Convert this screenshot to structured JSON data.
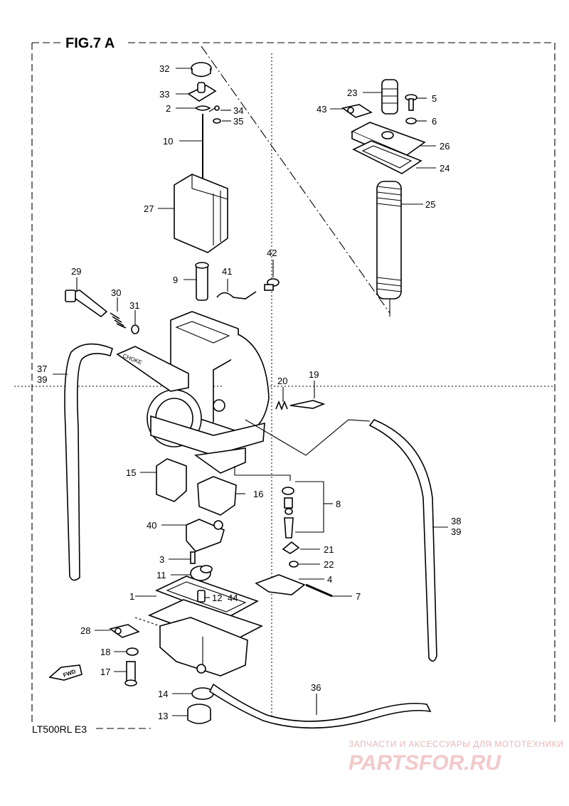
{
  "figure": {
    "title": "FIG.7 A",
    "model": "LT500RL  E3",
    "fwd_label": "FWD",
    "choke_label": "CHOKE"
  },
  "watermark": {
    "line1": "ЗАПЧАСТИ И АКСЕССУАРЫ ДЛЯ МОТОТЕХНИКИ",
    "line2": "PARTSFOR.RU"
  },
  "callouts": [
    "32",
    "33",
    "2",
    "34",
    "35",
    "10",
    "27",
    "23",
    "43",
    "5",
    "6",
    "26",
    "24",
    "25",
    "42",
    "41",
    "9",
    "29",
    "30",
    "31",
    "37",
    "39",
    "20",
    "19",
    "15",
    "16",
    "8",
    "38",
    "39",
    "40",
    "21",
    "3",
    "22",
    "11",
    "4",
    "1",
    "12",
    "44",
    "7",
    "28",
    "18",
    "17",
    "36",
    "14",
    "13"
  ]
}
